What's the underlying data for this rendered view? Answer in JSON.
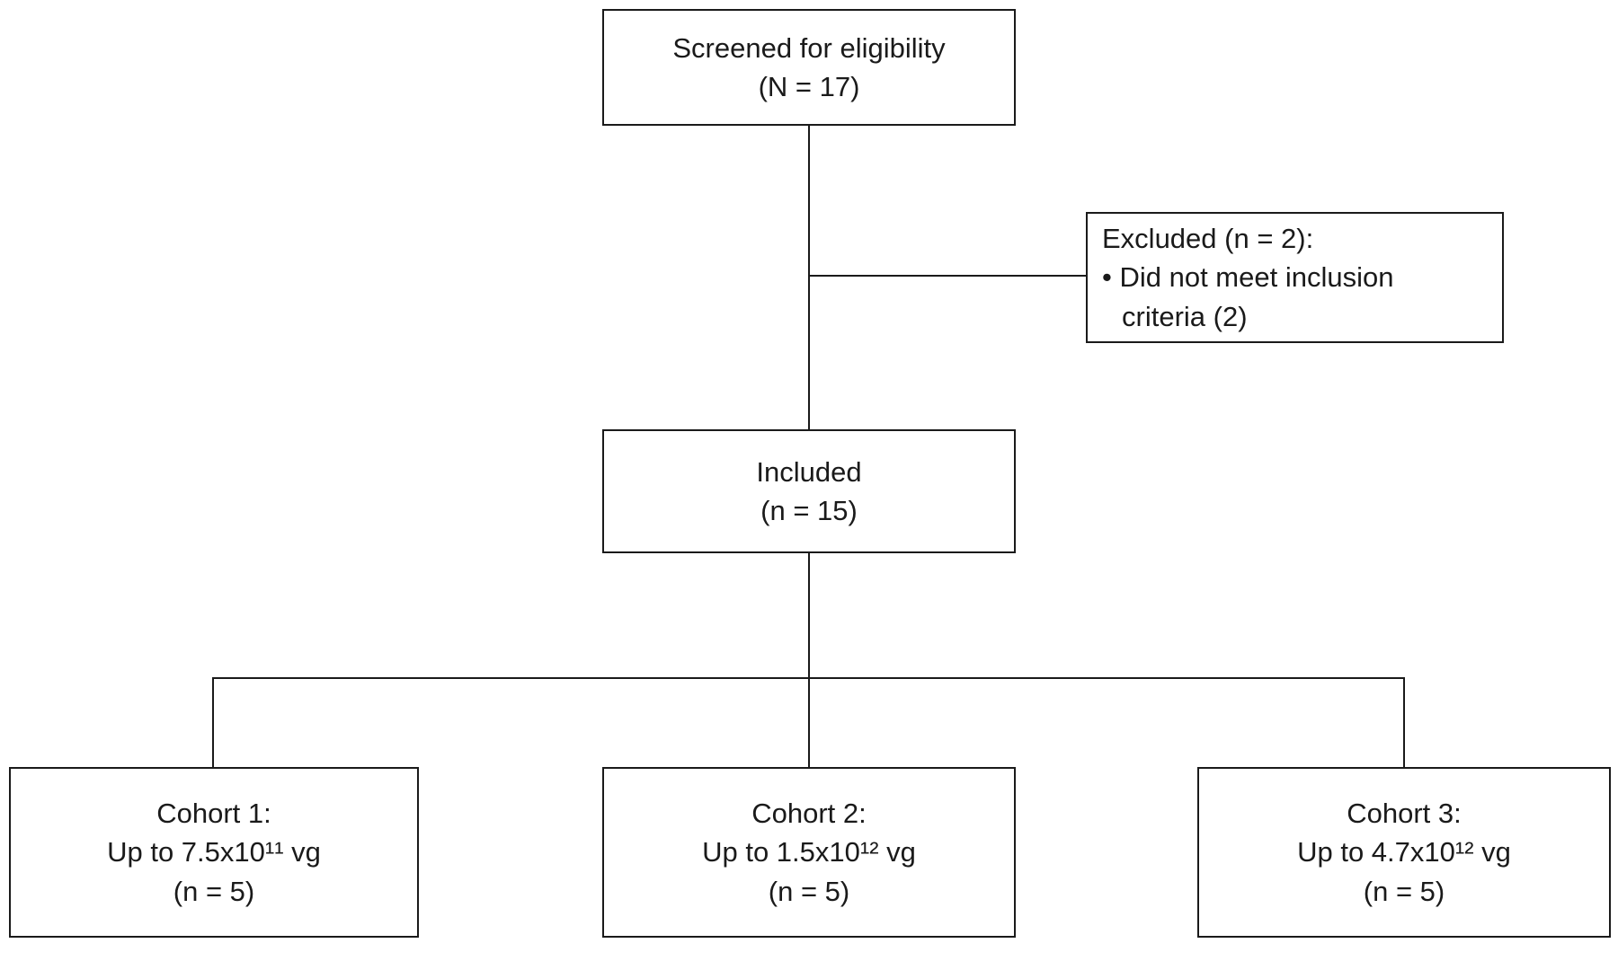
{
  "diagram": {
    "screened": {
      "line1": "Screened for eligibility",
      "line2": "(N = 17)"
    },
    "excluded": {
      "line1": "Excluded (n = 2):",
      "line2": "• Did not meet inclusion",
      "line3": "criteria (2)"
    },
    "included": {
      "line1": "Included",
      "line2": "(n = 15)"
    },
    "cohort1": {
      "line1": "Cohort 1:",
      "line2": "Up to 7.5x10¹¹ vg",
      "line3": "(n = 5)"
    },
    "cohort2": {
      "line1": "Cohort 2:",
      "line2": "Up to 1.5x10¹² vg",
      "line3": "(n = 5)"
    },
    "cohort3": {
      "line1": "Cohort 3:",
      "line2": "Up to 4.7x10¹² vg",
      "line3": "(n = 5)"
    },
    "colors": {
      "line": "#1a1a1a",
      "background": "#ffffff"
    }
  }
}
